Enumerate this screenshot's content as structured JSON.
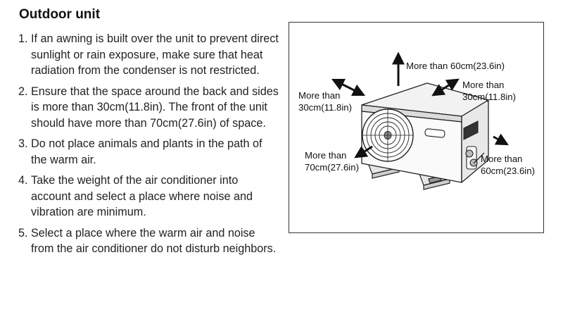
{
  "section": {
    "title": "Outdoor unit"
  },
  "steps": [
    {
      "num": "1.",
      "text": "If an awning is built over the unit to prevent direct sunlight or rain exposure, make sure that heat radiation from the condenser is not restricted."
    },
    {
      "num": "2.",
      "text": "Ensure that the space around the back and sides is more than 30cm(11.8in). The front of the unit should have more than 70cm(27.6in) of space."
    },
    {
      "num": "3.",
      "text": "Do not place animals and plants in the path of the warm air."
    },
    {
      "num": "4.",
      "text": "Take the weight of the air conditioner into account and select a place where noise and vibration are minimum."
    },
    {
      "num": "5.",
      "text": "Select a place where the warm air and noise from the air conditioner do not disturb neighbors."
    }
  ],
  "figure": {
    "top": {
      "line1": "More than 60cm(23.6in)"
    },
    "back_left": {
      "line1": "More than",
      "line2": "30cm(11.8in)"
    },
    "back_right": {
      "line1": "More than",
      "line2": "30cm(11.8in)"
    },
    "front": {
      "line1": "More than",
      "line2": "70cm(27.6in)"
    },
    "side": {
      "line1": "More than",
      "line2": "60cm(23.6in)"
    }
  }
}
